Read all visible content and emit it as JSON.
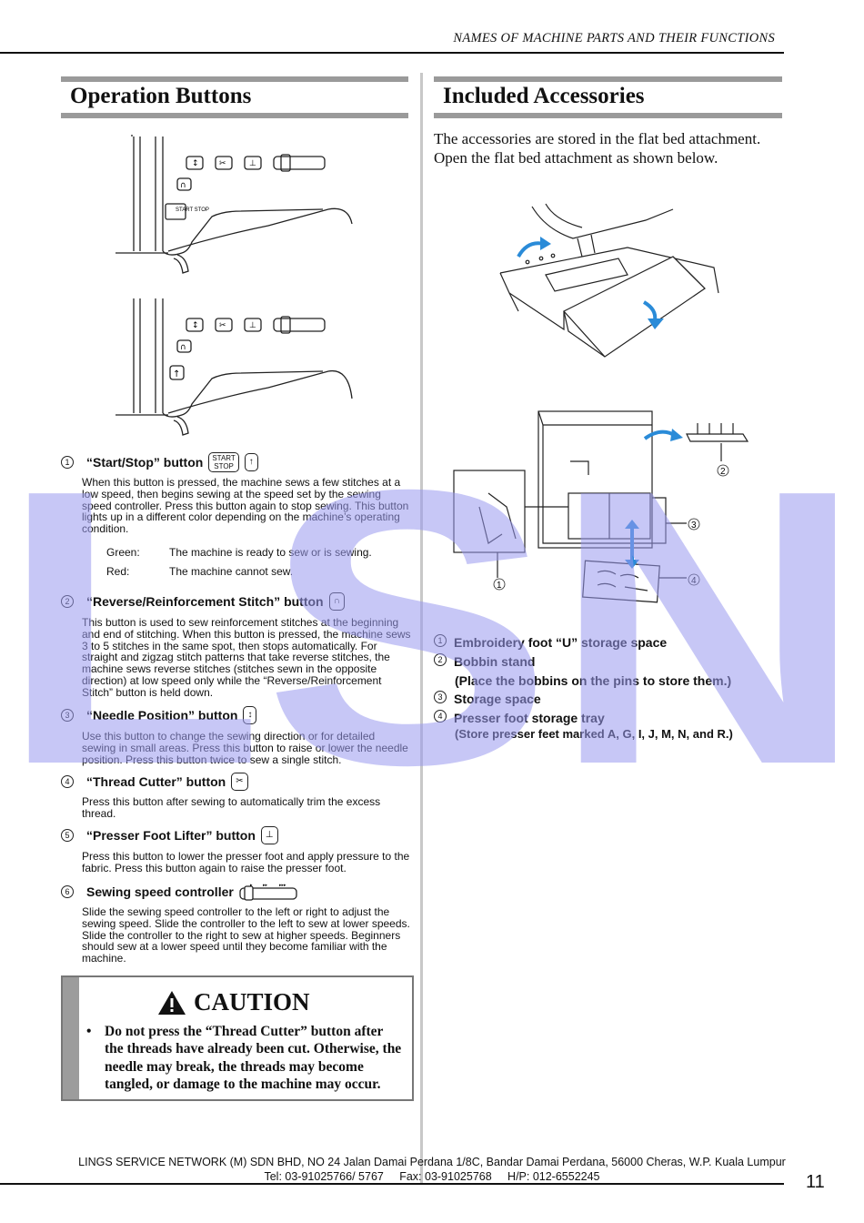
{
  "header": {
    "title": "NAMES OF MACHINE PARTS AND THEIR FUNCTIONS"
  },
  "left": {
    "section_title": "Operation Buttons",
    "diagram_labels": {
      "start_stop": "START STOP"
    },
    "items": [
      {
        "num": "1",
        "title": "“Start/Stop” button",
        "body": "When this button is pressed, the machine sews a few stitches at a low speed, then begins sewing at the speed set by the sewing speed controller. Press this button again to stop sewing. This button lights up in a different color depending on the machine’s operating condition.",
        "status": [
          {
            "label": "Green:",
            "text": "The machine is ready to sew or is sewing."
          },
          {
            "label": "Red:",
            "text": "The machine cannot sew."
          }
        ]
      },
      {
        "num": "2",
        "title": "“Reverse/Reinforcement Stitch” button",
        "body": "This button is used to sew reinforcement stitches at the beginning and end of stitching. When this button is pressed, the machine sews 3 to 5 stitches in the same spot, then stops automatically. For straight and zigzag stitch patterns that take reverse stitches, the machine sews reverse stitches (stitches sewn in the opposite direction) at low speed only while the “Reverse/Reinforcement Stitch” button is held down."
      },
      {
        "num": "3",
        "title": "“Needle Position” button",
        "body": "Use this button to change the sewing direction or for detailed sewing in small areas. Press this button to raise or lower the needle position. Press this button twice to sew a single stitch."
      },
      {
        "num": "4",
        "title": "“Thread Cutter” button",
        "body": "Press this button after sewing to automatically trim the excess thread."
      },
      {
        "num": "5",
        "title": "“Presser Foot Lifter” button",
        "body": "Press this button to lower the presser foot and apply pressure to the fabric. Press this button again to raise the presser foot."
      },
      {
        "num": "6",
        "title": "Sewing speed controller",
        "body": "Slide the sewing speed controller to the left or right to adjust the sewing speed. Slide the controller to the left to sew at lower speeds. Slide the controller to the right to sew at higher speeds. Beginners should sew at a lower speed until they become familiar with the machine."
      }
    ],
    "caution": {
      "title": "CAUTION",
      "bullet": "•",
      "text": "Do not press the “Thread Cutter” button after the threads have already been cut. Otherwise, the needle may break, the threads may become tangled, or damage to the machine may occur."
    }
  },
  "right": {
    "section_title": "Included Accessories",
    "intro": "The accessories are stored in the flat bed attachment. Open the flat bed attachment as shown below.",
    "callouts": [
      "1",
      "2",
      "3",
      "4"
    ],
    "list": [
      {
        "num": "1",
        "title": "Embroidery foot “U” storage space",
        "sub": ""
      },
      {
        "num": "2",
        "title": "Bobbin stand",
        "sub": "(Place the bobbins on the pins to store them.)"
      },
      {
        "num": "3",
        "title": "Storage space",
        "sub": ""
      },
      {
        "num": "4",
        "title": "Presser foot storage tray",
        "sub": "(Store presser feet marked A, G, I, J, M, N, and R.)"
      }
    ]
  },
  "watermark": {
    "text": "LSN",
    "color": "#9999ee"
  },
  "footer": {
    "line1": "LINGS SERVICE NETWORK (M) SDN BHD, NO 24 Jalan Damai Perdana 1/8C, Bandar Damai Perdana, 56000 Cheras, W.P. Kuala Lumpur",
    "line2": "Tel: 03-91025766/ 5767     Fax: 03-91025768     H/P: 012-6552245",
    "page_number": "11"
  }
}
